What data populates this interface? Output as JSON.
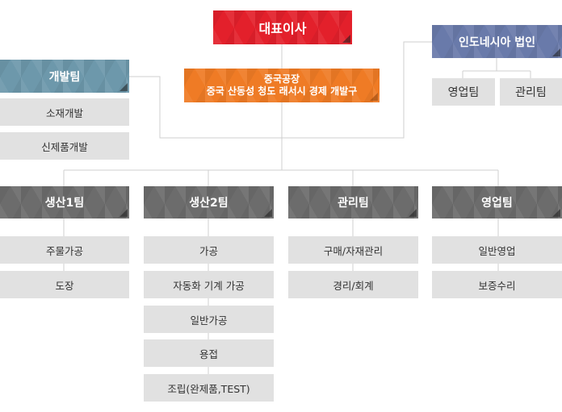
{
  "ceo": "대표이사",
  "factory": {
    "line1": "중국공장",
    "line2": "중국 산동성 청도 래서시 경제 개발구"
  },
  "indonesia": {
    "title": "인도네시아 법인",
    "teams": [
      "영업팀",
      "관리팀"
    ]
  },
  "dev": {
    "title": "개발팀",
    "items": [
      "소재개발",
      "신제품개발"
    ]
  },
  "departments": [
    {
      "title": "생산1팀",
      "items": [
        "주물가공",
        "도장"
      ]
    },
    {
      "title": "생산2팀",
      "items": [
        "가공",
        "자동화 기계 가공",
        "일반가공",
        "용접",
        "조립(완제품,TEST)"
      ]
    },
    {
      "title": "관리팀",
      "items": [
        "구매/자재관리",
        "경리/회계"
      ]
    },
    {
      "title": "영업팀",
      "items": [
        "일반영업",
        "보증수리"
      ]
    }
  ]
}
